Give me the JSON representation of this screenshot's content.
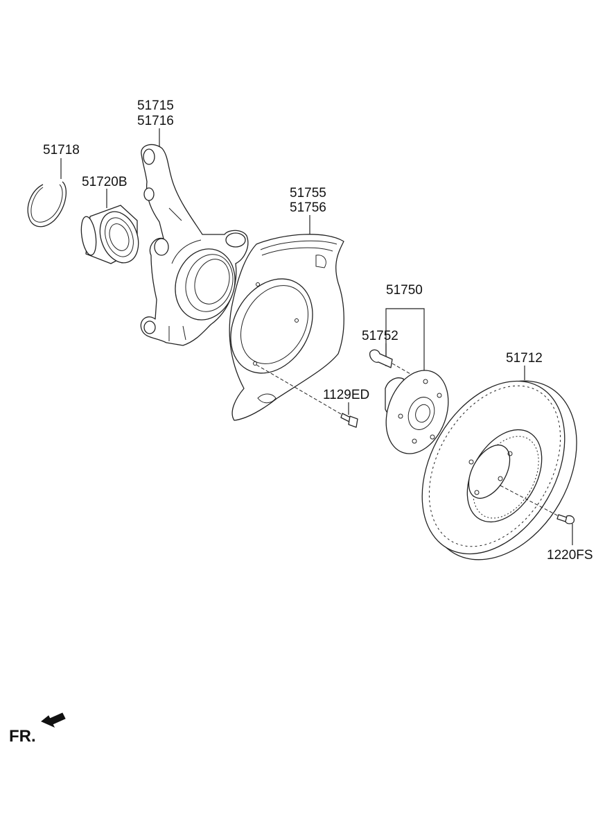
{
  "labels": {
    "p51715": "51715",
    "p51716": "51716",
    "p51718": "51718",
    "p51720B": "51720B",
    "p51755": "51755",
    "p51756": "51756",
    "p51750": "51750",
    "p51752": "51752",
    "p51712": "51712",
    "p1129ED": "1129ED",
    "p1220FS": "1220FS"
  },
  "direction": {
    "text": "FR.",
    "icon": "arrow-front-icon"
  }
}
